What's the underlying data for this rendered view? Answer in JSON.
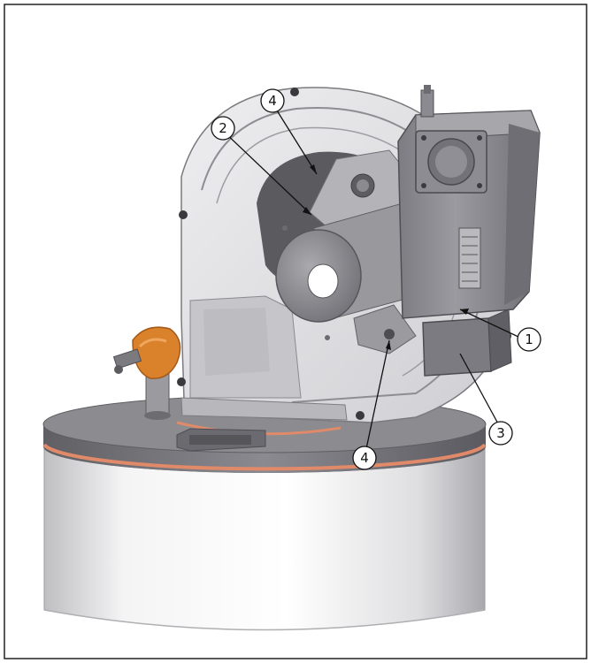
{
  "callouts": [
    {
      "id": "c1",
      "label": "1"
    },
    {
      "id": "c2",
      "label": "2"
    },
    {
      "id": "c3",
      "label": "3"
    },
    {
      "id": "c4a",
      "label": "4"
    },
    {
      "id": "c4b",
      "label": "4"
    }
  ],
  "colors": {
    "frame": "#222222",
    "metal_light": "#e4e4e6",
    "metal_mid": "#c9c9cc",
    "metal_dark": "#8e8e93",
    "metal_darker": "#6a6a70",
    "base_plate": "#77777c",
    "gasket": "#e08a6a",
    "fitting": "#d9822b"
  }
}
